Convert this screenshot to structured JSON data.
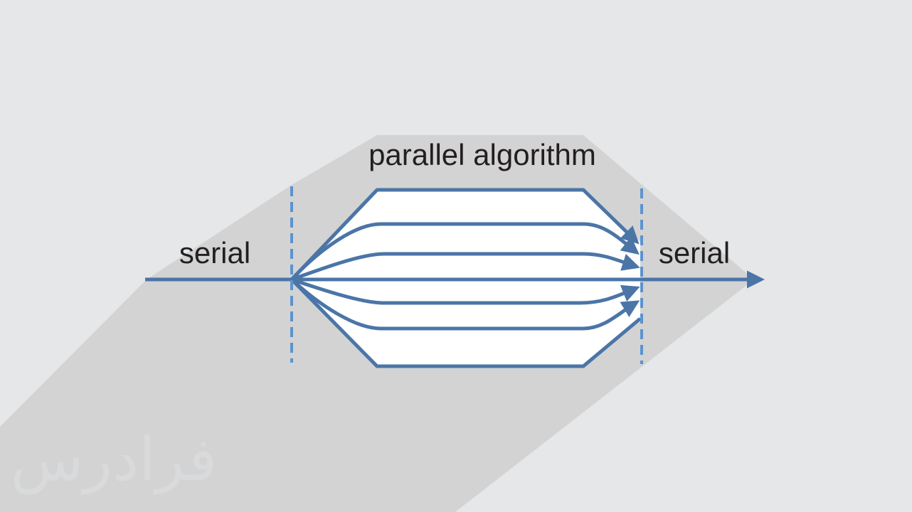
{
  "labels": {
    "title": "parallel algorithm",
    "serial_left": "serial",
    "serial_right": "serial",
    "watermark": "فرادرس"
  },
  "colors": {
    "background": "#e6e7e8",
    "shadow": "#d3d3d3",
    "path_stroke": "#4b75a7",
    "dashed_divider": "#5b93d0",
    "lane_fill": "#ffffff",
    "text": "#231f20"
  },
  "diagram": {
    "lanes": 7,
    "stages": [
      "serial",
      "parallel algorithm",
      "serial"
    ]
  }
}
